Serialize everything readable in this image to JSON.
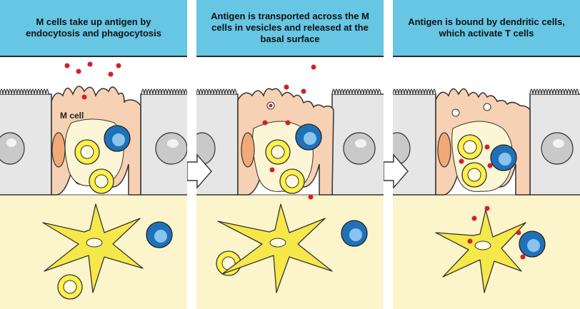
{
  "panels": [
    {
      "header": "M cells take up antigen by endocytosis and phagocytosis",
      "cell_label": "M cell"
    },
    {
      "header": "Antigen is transported across the M cells in vesicles and released at the basal surface"
    },
    {
      "header": "Antigen is bound by dendritic cells, which activate T cells"
    }
  ],
  "colors": {
    "header_bg": "#66c6e3",
    "epithelial_cell": "#e6e6e6",
    "m_cell": "#f6d1b3",
    "lumen": "#ffffff",
    "tissue": "#fcf5cc",
    "lymphocyte": "#fff04a",
    "dendritic_cell": "#f7e84a",
    "t_cell": "#1f72b8",
    "antigen": "#d31f2a"
  },
  "icons": [
    "m-cell-icon",
    "epithelial-cell-icon",
    "dendritic-cell-icon",
    "t-cell-icon",
    "lymphocyte-icon",
    "antigen-icon",
    "transition-arrow-icon"
  ]
}
